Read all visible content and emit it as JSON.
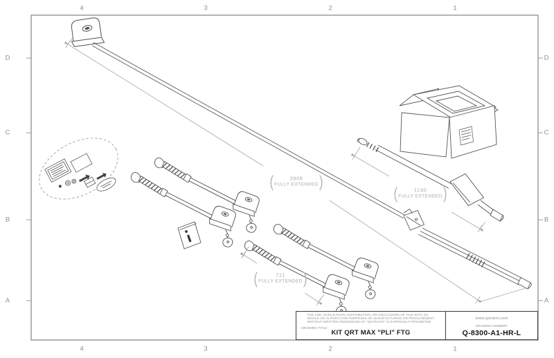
{
  "drawing": {
    "sheet": {
      "columns": [
        "4",
        "3",
        "2",
        "1"
      ],
      "rows": [
        "D",
        "C",
        "B",
        "A"
      ]
    },
    "dimensions": {
      "paren_open": "(",
      "paren_close": ")",
      "items": [
        {
          "value": "3908",
          "note": "FULLY EXTENDED"
        },
        {
          "value": "1130",
          "note": "FULLY EXTENDED"
        },
        {
          "value": "711",
          "note": "FULLY EXTENDED"
        }
      ]
    },
    "title_block": {
      "legal_lines": [
        "THE USE, DUPLICATION, DISTRIBUTION, OR DISCLOSURE OF THIS DATA (IN",
        "WHOLE OR IN PART) FOR PURPOSES OF MANUFACTURING OR PROCUREMENT",
        "WITHOUT WRITTEN PERMISSION OF \"QSTRAINT\" IS EXPRESSLY PROHIBITED."
      ],
      "drawing_title_label": "DRAWING TITLE:",
      "drawing_title": "KIT QRT MAX \"PLI\" FTG",
      "website": "www.qstraint.com",
      "drawing_number_label": "DRAWING NUMBER:",
      "drawing_number": "Q-8300-A1-HR-L"
    }
  }
}
